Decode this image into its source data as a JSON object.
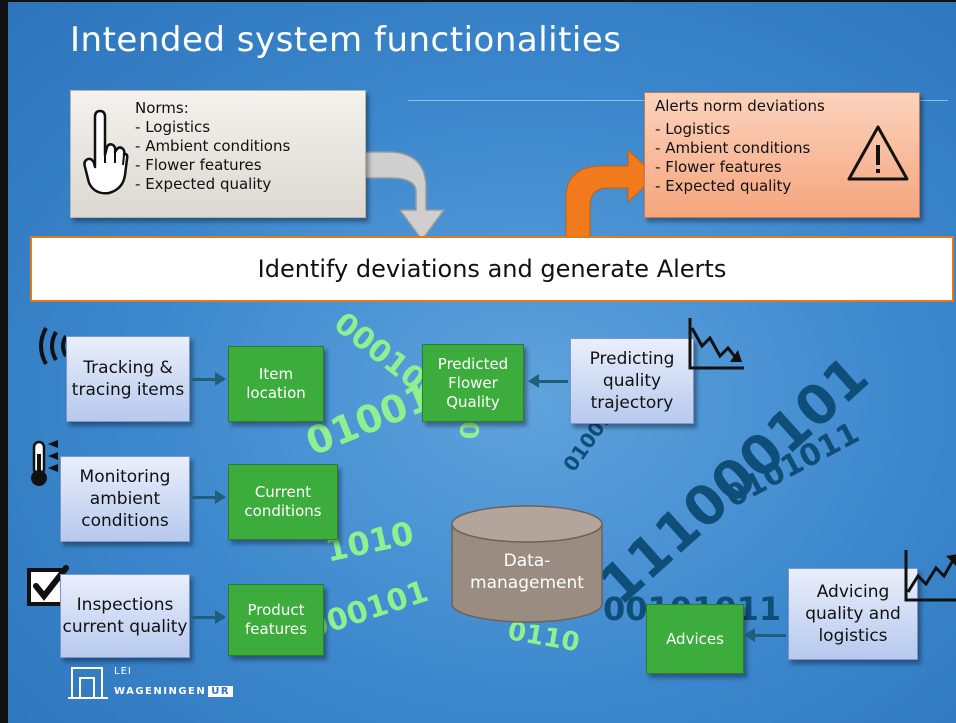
{
  "title": "Intended system functionalities",
  "norms": {
    "heading": "Norms:",
    "items": [
      "Logistics",
      "Ambient conditions",
      "Flower features",
      "Expected quality"
    ]
  },
  "alerts": {
    "heading": "Alerts norm deviations",
    "items": [
      "Logistics",
      "Ambient conditions",
      "Flower features",
      "Expected quality"
    ]
  },
  "identify": "Identify deviations and generate Alerts",
  "processes": {
    "tracking": "Tracking & tracing items",
    "monitoring": "Monitoring ambient conditions",
    "inspections": "Inspections current quality",
    "predicting": "Predicting quality trajectory",
    "advicing": "Advicing quality and logistics"
  },
  "outputs": {
    "item_location": "Item location",
    "current_conditions": "Current conditions",
    "product_features": "Product features",
    "predicted_quality": "Predicted Flower Quality",
    "advices": "Advices"
  },
  "datamanagement": "Data-management",
  "logo": {
    "line1": "LEI",
    "line2": "WAGENINGEN",
    "badge": "UR"
  },
  "colors": {
    "background": "#3b86cc",
    "green_box": "#3cad3c",
    "orange_arrow": "#f07a1c",
    "binary_green": "#8ef08e",
    "binary_dark": "#0f4e79"
  }
}
